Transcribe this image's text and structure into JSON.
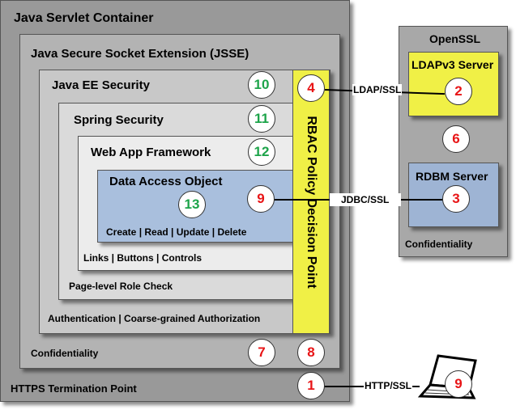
{
  "containers": {
    "servlet": "Java Servlet Container",
    "jsse": "Java Secure Socket Extension (JSSE)",
    "javaee": "Java EE Security",
    "spring": "Spring Security",
    "webapp": "Web App Framework",
    "dao": "Data Access Object"
  },
  "layer_notes": {
    "crud": "Create | Read | Update | Delete",
    "controls": "Links | Buttons | Controls",
    "page_role": "Page-level Role Check",
    "authn": "Authentication | Coarse-grained Authorization",
    "confidentiality_inner": "Confidentiality",
    "https_termination": "HTTPS Termination Point"
  },
  "policy_point": "RBAC Policy Decision Point",
  "openssl": {
    "title": "OpenSSL",
    "ldap": "LDAPv3 Server",
    "rdbm": "RDBM Server",
    "confidentiality": "Confidentiality"
  },
  "connections": {
    "ldap": "LDAP/SSL",
    "jdbc": "JDBC/SSL",
    "http": "HTTP/SSL"
  },
  "markers": {
    "m10": "10",
    "m11": "11",
    "m12": "12",
    "m13": "13",
    "m4": "4",
    "m9dao": "9",
    "m7": "7",
    "m8": "8",
    "m1": "1",
    "m2": "2",
    "m6": "6",
    "m3": "3",
    "m9client": "9"
  },
  "colors": {
    "servlet": "#999999",
    "jsse": "#b3b3b3",
    "javaee": "#c8c8c8",
    "spring": "#dadada",
    "webapp": "#ececec",
    "dao": "#a9bfdd",
    "policy": "#f0f046",
    "ldap": "#f0f046",
    "rdbm": "#9eb4d4",
    "openssl": "#a8a8a8",
    "red_marker": "#e81416",
    "green_marker": "#1da44a"
  }
}
